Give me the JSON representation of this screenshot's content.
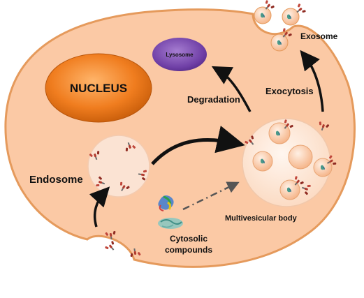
{
  "labels": {
    "nucleus": "NUCLEUS",
    "lysosome": "Lysosome",
    "degradation": "Degradation",
    "exocytosis": "Exocytosis",
    "exosome": "Exosome",
    "endosome": "Endosome",
    "multivesicular_body": "Multivesicular body",
    "cytosolic_line1": "Cytosolic",
    "cytosolic_line2": "compounds"
  },
  "colors": {
    "cell_fill": "#fbc9a5",
    "cell_outline": "#e59a5c",
    "nucleus_fill": "#f07d1f",
    "lysosome_fill": "#6f3fa6",
    "vesicle_fill": "#fbd0b0",
    "mvb_fill": "#fde7d6",
    "endosome_fill": "#fbe3d3",
    "receptor": "#b03a2e",
    "arrow": "#111111"
  },
  "icons": {
    "receptor": "receptor-protein-icon",
    "cargo": "cargo-molecule-icon",
    "protein": "protein-structure-icon"
  }
}
